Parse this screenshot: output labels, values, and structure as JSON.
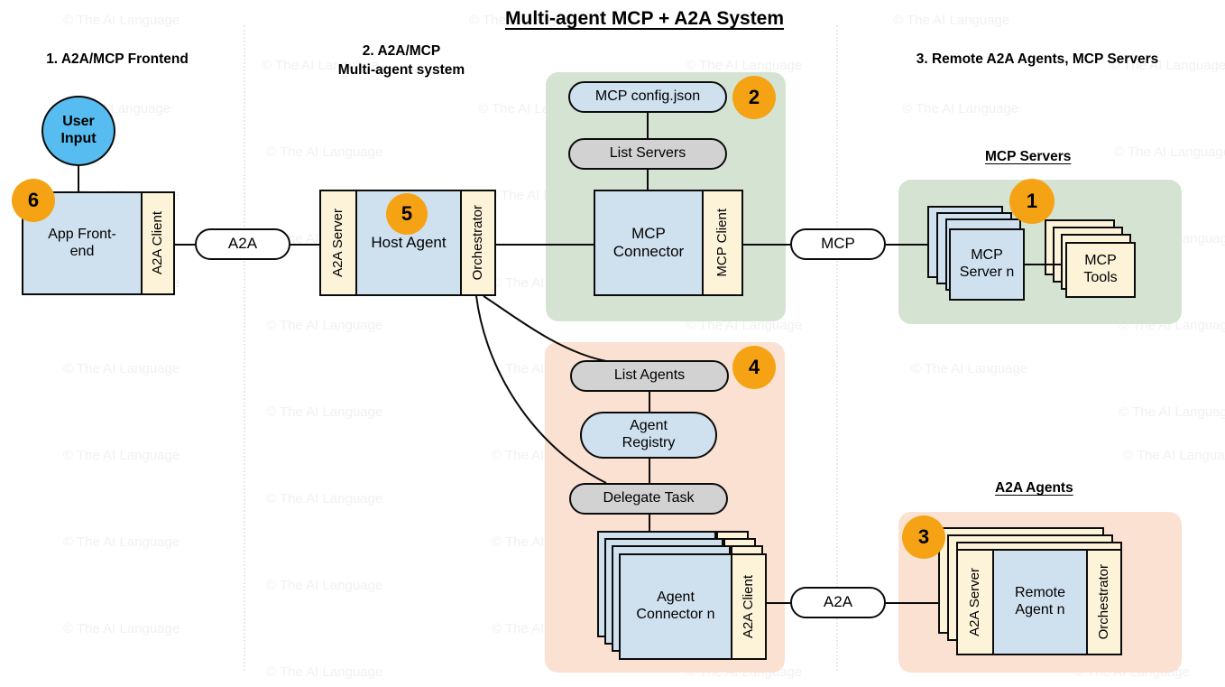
{
  "title": "Multi-agent MCP + A2A System",
  "watermark": "© The AI Language",
  "colors": {
    "accent_orange": "#f5a314",
    "panel_green": "#d5e3d3",
    "panel_peach": "#fbe1d2",
    "box_blue": "#cfe0ef",
    "box_cream": "#fcf3d9",
    "box_gray": "#d2d2d2",
    "user_input_blue": "#57bcf0",
    "stroke": "#0b0b0b"
  },
  "columns": [
    {
      "id": "col1",
      "label": "1. A2A/MCP Frontend"
    },
    {
      "id": "col2",
      "label_line1": "2. A2A/MCP",
      "label_line2": "Multi-agent system"
    },
    {
      "id": "col3",
      "label": "3. Remote A2A Agents, MCP Servers"
    }
  ],
  "frontend": {
    "user_input": "User\nInput",
    "user_input_label": "User Input",
    "app_frontend": "App Front-\nend",
    "app_frontend_label": "App Front-end",
    "a2a_client": "A2A Client",
    "badge": "6"
  },
  "link_labels": {
    "a2a_frontend_to_host": "A2A",
    "mcp_to_servers": "MCP",
    "a2a_connector_to_agents": "A2A"
  },
  "host": {
    "a2a_server": "A2A Server",
    "host_agent": "Host Agent",
    "orchestrator": "Orchestrator",
    "badge": "5"
  },
  "mcp_group": {
    "config": "MCP config.json",
    "list_servers": "List Servers",
    "connector": "MCP\nConnector",
    "connector_label": "MCP Connector",
    "mcp_client": "MCP Client",
    "badge": "2"
  },
  "a2a_group": {
    "list_agents": "List Agents",
    "agent_registry": "Agent\nRegistry",
    "agent_registry_label": "Agent Registry",
    "delegate_task": "Delegate Task",
    "agent_connector": "Agent\nConnector n",
    "agent_connector_label": "Agent Connector n",
    "a2a_client": "A2A Client",
    "badge": "4"
  },
  "mcp_servers": {
    "group_title": "MCP Servers",
    "server": "MCP\nServer n",
    "server_label": "MCP Server n",
    "tools": "MCP\nTools",
    "tools_label": "MCP Tools",
    "badge": "1"
  },
  "a2a_agents": {
    "group_title": "A2A Agents",
    "a2a_server": "A2A Server",
    "remote_agent": "Remote\nAgent n",
    "remote_agent_label": "Remote Agent n",
    "orchestrator": "Orchestrator",
    "badge": "3"
  }
}
